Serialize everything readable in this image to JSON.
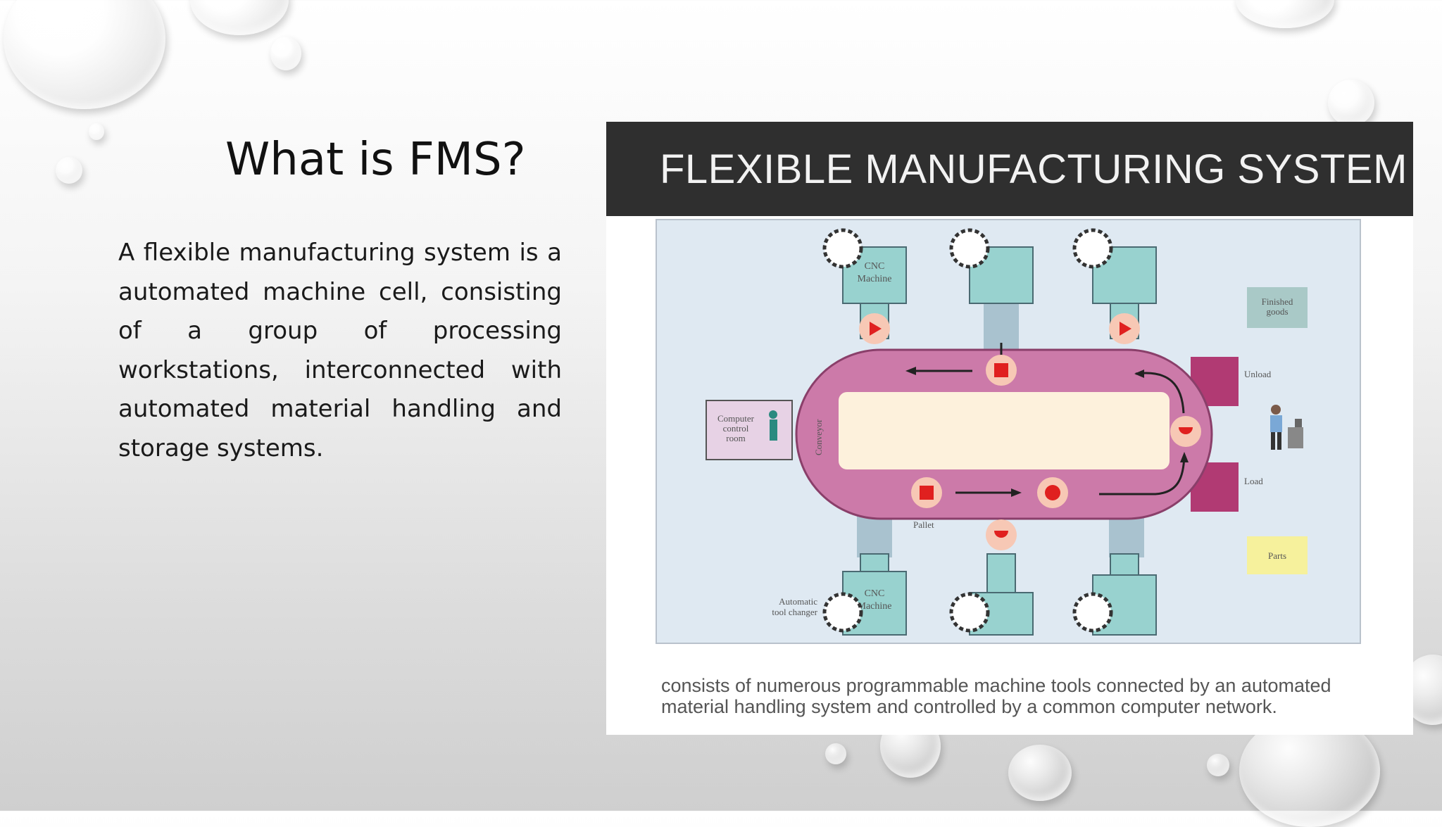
{
  "slide": {
    "title": "What is FMS?",
    "paragraph": "A flexible  manufacturing system is a automated machine cell, consisting of a group of processing workstations, interconnected with automated material handling and storage systems."
  },
  "figure": {
    "title": "FLEXIBLE MANUFACTURING SYSTEM",
    "caption_line1": "consists of numerous programmable machine tools connected by an automated",
    "caption_line2": "material handling system and controlled by a common computer network.",
    "labels": {
      "cnc_top": [
        "CNC",
        "Machine"
      ],
      "cnc_bottom": [
        "CNC",
        "Machine"
      ],
      "finished_goods": [
        "Finished",
        "goods"
      ],
      "unload": "Unload",
      "load": "Load",
      "parts": "Parts",
      "computer_room": [
        "Computer",
        "control",
        "room"
      ],
      "conveyor": "Conveyor",
      "pallet": "Pallet",
      "tool_changer": [
        "Automatic",
        "tool changer"
      ]
    }
  },
  "colors": {
    "header": "#2f2f2f",
    "conveyor": "#cc7aa9",
    "machine": "#98d2cf",
    "pallet": "#e0201f",
    "diagram_bg": "#dfe9f2"
  }
}
